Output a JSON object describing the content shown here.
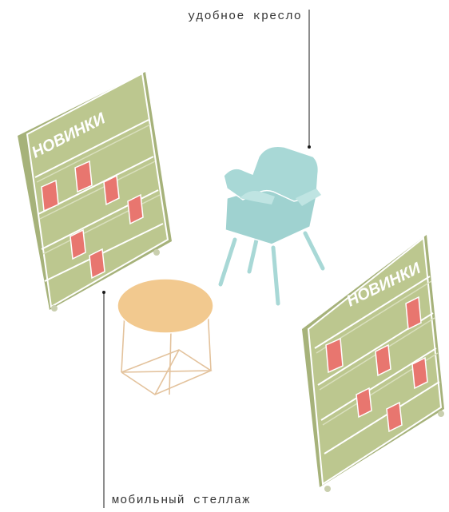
{
  "labels": {
    "chair": "удобное кресло",
    "mobile_rack": "мобильный стеллаж"
  },
  "shelf_sign": "НОВИНКИ",
  "colors": {
    "rack_fill": "#b9c48c",
    "rack_edge": "#ffffff",
    "book": "#e8766f",
    "chair": "#a8d8d6",
    "table_top": "#f3c98f",
    "table_legs": "#e8c9a6",
    "leader_line": "#1a1a1a"
  }
}
